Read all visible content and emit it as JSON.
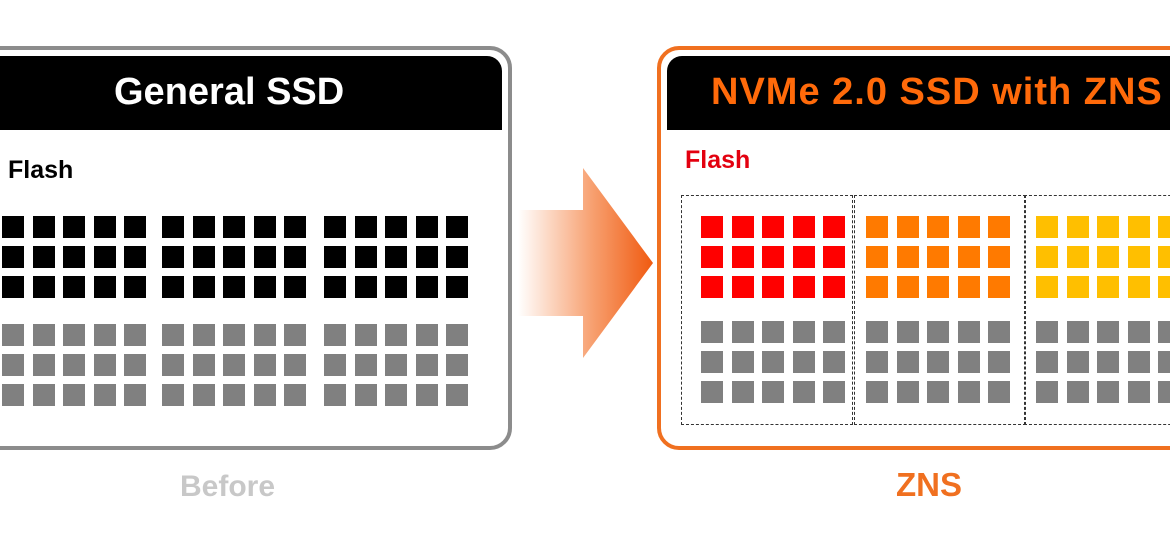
{
  "before": {
    "title": "General SSD",
    "flash_label": "Flash",
    "caption": "Before"
  },
  "after": {
    "title": "NVMe 2.0 SSD with ZNS",
    "flash_label": "Flash",
    "caption": "ZNS"
  },
  "colors": {
    "used_block": "#000000",
    "free_block": "#808080",
    "zone_1": "#ff0000",
    "zone_2": "#ff7a00",
    "zone_3": "#ffbf00",
    "accent": "#f07020",
    "neutral_border": "#8c8c8c"
  },
  "icons": [
    "right-arrow-icon"
  ]
}
